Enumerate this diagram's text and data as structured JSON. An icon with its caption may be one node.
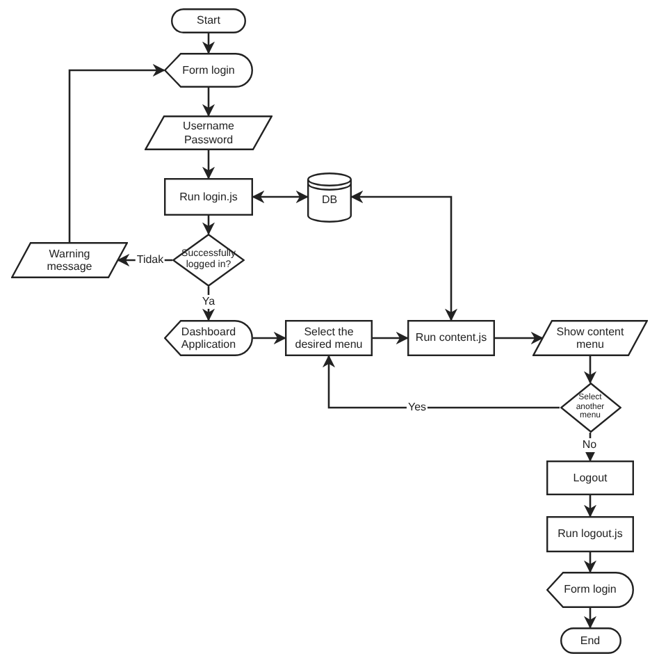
{
  "diagram": {
    "nodes": [
      {
        "text": [
          "Start"
        ]
      },
      {
        "text": [
          "Form login"
        ]
      },
      {
        "text": [
          "Username Password"
        ]
      },
      {
        "text": [
          "Run login.js"
        ]
      },
      {
        "text": [
          "DB"
        ]
      },
      {
        "text": [
          "Successfully logged in?"
        ]
      },
      {
        "text": [
          "Warning message"
        ]
      },
      {
        "text": [
          "Dashboard Application"
        ]
      },
      {
        "text": [
          "Select the desired menu"
        ]
      },
      {
        "text": [
          "Run content.js"
        ]
      },
      {
        "text": [
          "Show content menu"
        ]
      },
      {
        "text": [
          "Select another menu"
        ]
      },
      {
        "text": [
          "Logout"
        ]
      },
      {
        "text": [
          "Run logout.js"
        ]
      },
      {
        "text": [
          "Form login"
        ]
      },
      {
        "text": [
          "End"
        ]
      }
    ],
    "edges": [
      {
        "from": 0,
        "to": 1,
        "arrow": "to"
      },
      {
        "from": 1,
        "to": 2,
        "arrow": "to"
      },
      {
        "from": 2,
        "to": 3,
        "arrow": "to"
      },
      {
        "from": 3,
        "to": 4,
        "arrow": "both"
      },
      {
        "from": 4,
        "to": 9,
        "arrow": "both"
      },
      {
        "from": 3,
        "to": 5,
        "arrow": "to"
      },
      {
        "from": 5,
        "to": 6,
        "arrow": "to",
        "label": "Tidak"
      },
      {
        "from": 6,
        "to": 1,
        "arrow": "to"
      },
      {
        "from": 5,
        "to": 7,
        "arrow": "to",
        "label": "Ya"
      },
      {
        "from": 7,
        "to": 8,
        "arrow": "to"
      },
      {
        "from": 8,
        "to": 9,
        "arrow": "to"
      },
      {
        "from": 9,
        "to": 10,
        "arrow": "to"
      },
      {
        "from": 10,
        "to": 11,
        "arrow": "to"
      },
      {
        "from": 11,
        "to": 8,
        "arrow": "to",
        "label": "Yes"
      },
      {
        "from": 11,
        "to": 12,
        "arrow": "to",
        "label": "No"
      },
      {
        "from": 12,
        "to": 13,
        "arrow": "to"
      },
      {
        "from": 13,
        "to": 14,
        "arrow": "to"
      },
      {
        "from": 14,
        "to": 15,
        "arrow": "to"
      }
    ]
  }
}
